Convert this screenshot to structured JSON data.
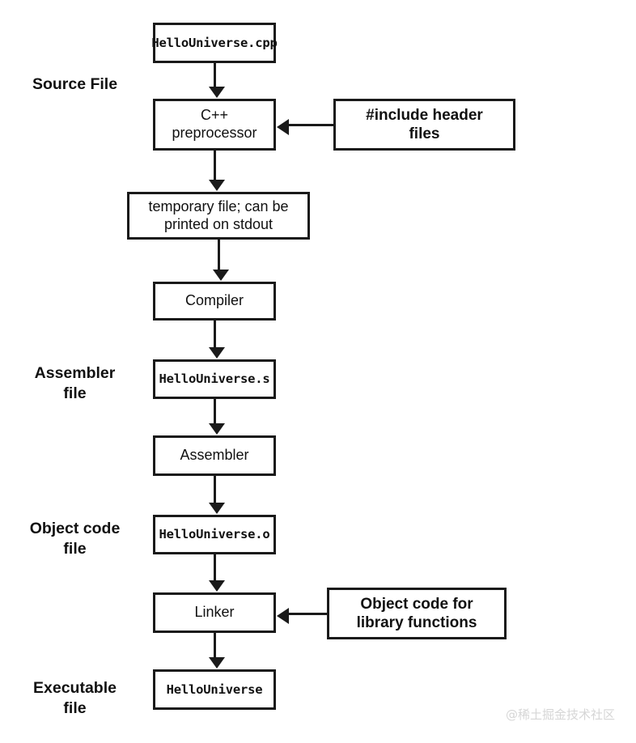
{
  "diagram": {
    "title": "C++ compilation pipeline",
    "colors": {
      "stroke": "#1a1a1a",
      "background": "#ffffff",
      "text": "#111111",
      "watermark": "#d6d6d6"
    },
    "stage_labels": [
      {
        "id": "source-file",
        "text": "Source File"
      },
      {
        "id": "assembler-file",
        "text": "Assembler\nfile"
      },
      {
        "id": "object-code-file",
        "text": "Object code\nfile"
      },
      {
        "id": "executable-file",
        "text": "Executable\nfile"
      }
    ],
    "nodes": [
      {
        "id": "hellouniverse-cpp",
        "label": "HelloUniverse.cpp",
        "style": "mono"
      },
      {
        "id": "cpp-preprocessor",
        "label": "C++\npreprocessor",
        "style": "sans"
      },
      {
        "id": "include-header-files",
        "label": "#include header\nfiles",
        "style": "sans-bold"
      },
      {
        "id": "temporary-file",
        "label": "temporary file; can be\nprinted on stdout",
        "style": "sans"
      },
      {
        "id": "compiler",
        "label": "Compiler",
        "style": "sans"
      },
      {
        "id": "hellouniverse-s",
        "label": "HelloUniverse.s",
        "style": "mono"
      },
      {
        "id": "assembler",
        "label": "Assembler",
        "style": "sans"
      },
      {
        "id": "hellouniverse-o",
        "label": "HelloUniverse.o",
        "style": "mono"
      },
      {
        "id": "linker",
        "label": "Linker",
        "style": "sans"
      },
      {
        "id": "object-code-library",
        "label": "Object code for\nlibrary functions",
        "style": "sans-bold"
      },
      {
        "id": "hellouniverse-exe",
        "label": "HelloUniverse",
        "style": "mono"
      }
    ],
    "edges": [
      {
        "from": "hellouniverse-cpp",
        "to": "cpp-preprocessor",
        "direction": "down"
      },
      {
        "from": "cpp-preprocessor",
        "to": "temporary-file",
        "direction": "down"
      },
      {
        "from": "include-header-files",
        "to": "cpp-preprocessor",
        "direction": "left"
      },
      {
        "from": "temporary-file",
        "to": "compiler",
        "direction": "down"
      },
      {
        "from": "compiler",
        "to": "hellouniverse-s",
        "direction": "down"
      },
      {
        "from": "hellouniverse-s",
        "to": "assembler",
        "direction": "down"
      },
      {
        "from": "assembler",
        "to": "hellouniverse-o",
        "direction": "down"
      },
      {
        "from": "hellouniverse-o",
        "to": "linker",
        "direction": "down"
      },
      {
        "from": "object-code-library",
        "to": "linker",
        "direction": "left"
      },
      {
        "from": "linker",
        "to": "hellouniverse-exe",
        "direction": "down"
      }
    ],
    "watermark": "@稀土掘金技术社区"
  }
}
